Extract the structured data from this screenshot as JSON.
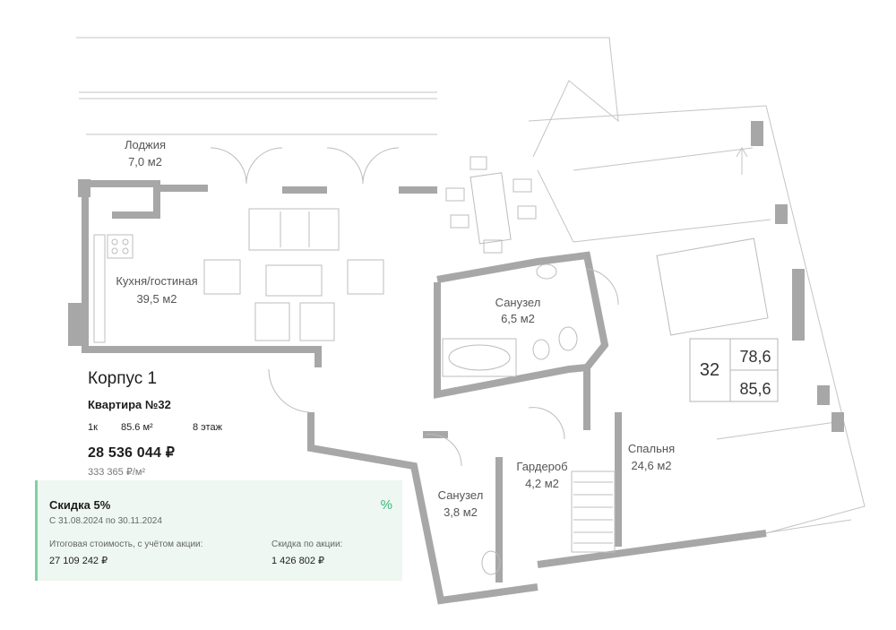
{
  "plan": {
    "rooms": [
      {
        "name": "Лоджия",
        "area": "7,0 м2"
      },
      {
        "name": "Кухня/гостиная",
        "area": "39,5 м2"
      },
      {
        "name": "Санузел",
        "area": "6,5 м2"
      },
      {
        "name": "Гардероб",
        "area": "4,2 м2"
      },
      {
        "name": "Санузел",
        "area": "3,8 м2"
      },
      {
        "name": "Спальня",
        "area": "24,6 м2"
      }
    ],
    "area_box": {
      "number": "32",
      "living_area": "78,6",
      "total_area": "85,6"
    }
  },
  "info": {
    "building": "Корпус 1",
    "apartment": "Квартира №32",
    "rooms": "1к",
    "area": "85.6 м²",
    "floor": "8 этаж",
    "price": "28 536 044 ₽",
    "price_per_m2": "333 365 ₽/м²"
  },
  "discount": {
    "title": "Скидка 5%",
    "dates": "С 31.08.2024 по 30.11.2024",
    "icon": "percent-icon",
    "total_label": "Итоговая стоимость, с учётом акции:",
    "total_value": "27 109 242 ₽",
    "saving_label": "Скидка по акции:",
    "saving_value": "1 426 802 ₽"
  },
  "colors": {
    "wall": "#a7a7a7",
    "accent": "#3db87d",
    "panel": "#eef7f2"
  }
}
